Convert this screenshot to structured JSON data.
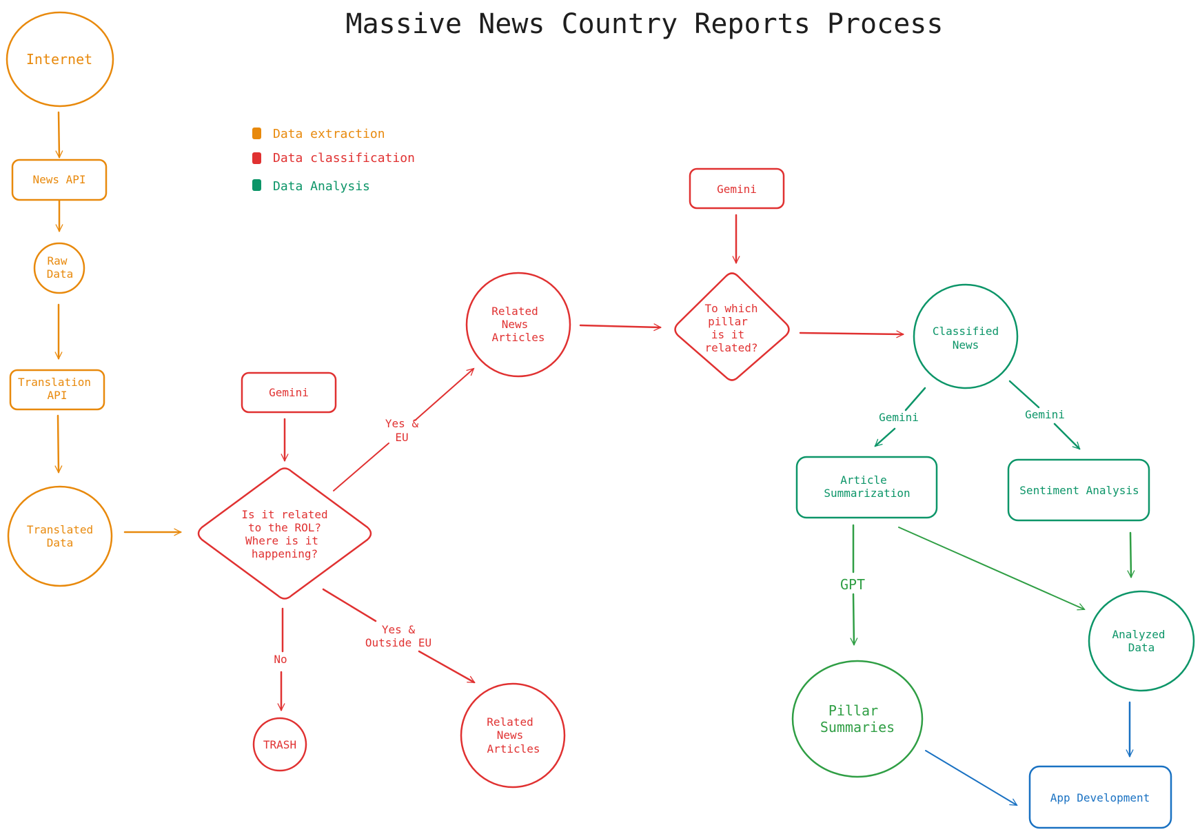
{
  "title": "Massive News Country Reports Process",
  "colors": {
    "extraction": "#e8890c",
    "classification": "#e03131",
    "analysis": "#0c9568",
    "summaries": "#2f9e44",
    "app": "#1971c2",
    "title": "#1e1e1e"
  },
  "legend": [
    {
      "label": "Data extraction",
      "color": "#e8890c"
    },
    {
      "label": "Data classification",
      "color": "#e03131"
    },
    {
      "label": "Data Analysis",
      "color": "#0c9568"
    }
  ],
  "nodes": {
    "internet": {
      "lines": [
        "Internet"
      ]
    },
    "news_api": {
      "lines": [
        "News API"
      ]
    },
    "raw_data": {
      "lines": [
        "Raw",
        "Data"
      ]
    },
    "translation_api": {
      "lines": [
        "Translation",
        "API"
      ]
    },
    "translated_data": {
      "lines": [
        "Translated",
        "Data"
      ]
    },
    "gemini_1": {
      "lines": [
        "Gemini"
      ]
    },
    "rol_question": {
      "lines": [
        "Is it related",
        "to the ROL?",
        "Where is it",
        "happening?"
      ]
    },
    "trash": {
      "lines": [
        "TRASH"
      ]
    },
    "related_eu": {
      "lines": [
        "Related",
        "News",
        "Articles"
      ]
    },
    "related_outside": {
      "lines": [
        "Related",
        "News",
        "Articles"
      ]
    },
    "gemini_2": {
      "lines": [
        "Gemini"
      ]
    },
    "pillar_question": {
      "lines": [
        "To which",
        "pillar",
        "is it",
        "related?"
      ]
    },
    "classified_news": {
      "lines": [
        "Classified",
        "News"
      ]
    },
    "article_summarization": {
      "lines": [
        "Article",
        "Summarization"
      ]
    },
    "sentiment_analysis": {
      "lines": [
        "Sentiment Analysis"
      ]
    },
    "pillar_summaries": {
      "lines": [
        "Pillar",
        "Summaries"
      ]
    },
    "analyzed_data": {
      "lines": [
        "Analyzed",
        "Data"
      ]
    },
    "app_development": {
      "lines": [
        "App Development"
      ]
    }
  },
  "edge_labels": {
    "yes_eu": [
      "Yes &",
      "EU"
    ],
    "yes_outside": [
      "Yes &",
      "Outside EU"
    ],
    "no": [
      "No"
    ],
    "gemini_left": [
      "Gemini"
    ],
    "gemini_right": [
      "Gemini"
    ],
    "gpt": [
      "GPT"
    ]
  }
}
